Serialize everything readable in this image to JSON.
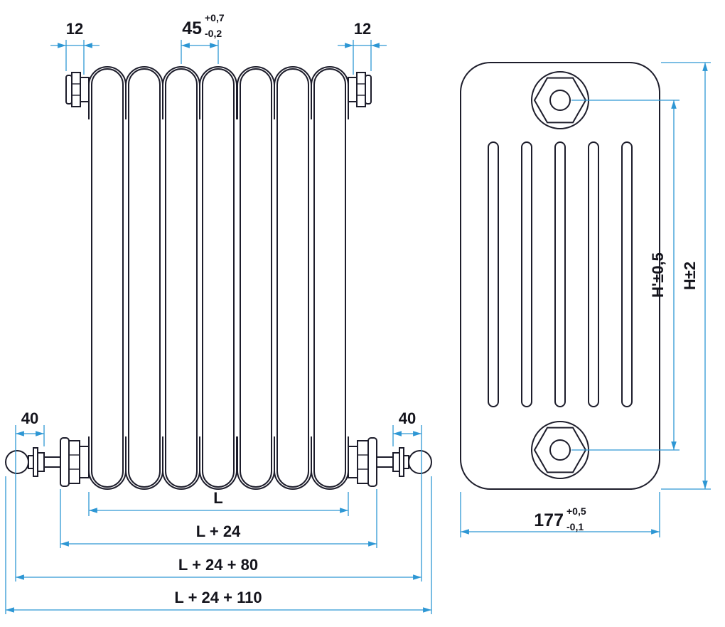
{
  "front_view": {
    "pitch": {
      "value": "45",
      "tol_plus": "+0,7",
      "tol_minus": "-0,2"
    },
    "offset_left": "12",
    "offset_right": "12",
    "valve_left": "40",
    "valve_right": "40",
    "length": "L",
    "length_hubs": "L + 24",
    "length_valves": "L + 24 + 80",
    "length_overall": "L + 24 + 110"
  },
  "side_view": {
    "center_distance": "H'±0,5",
    "overall_height": "H±2",
    "depth": {
      "value": "177",
      "tol_plus": "+0,5",
      "tol_minus": "-0,1"
    }
  },
  "colors": {
    "outline": "#1d1d2b",
    "dimension": "#2e97d4",
    "dim_text": "#14141c"
  }
}
